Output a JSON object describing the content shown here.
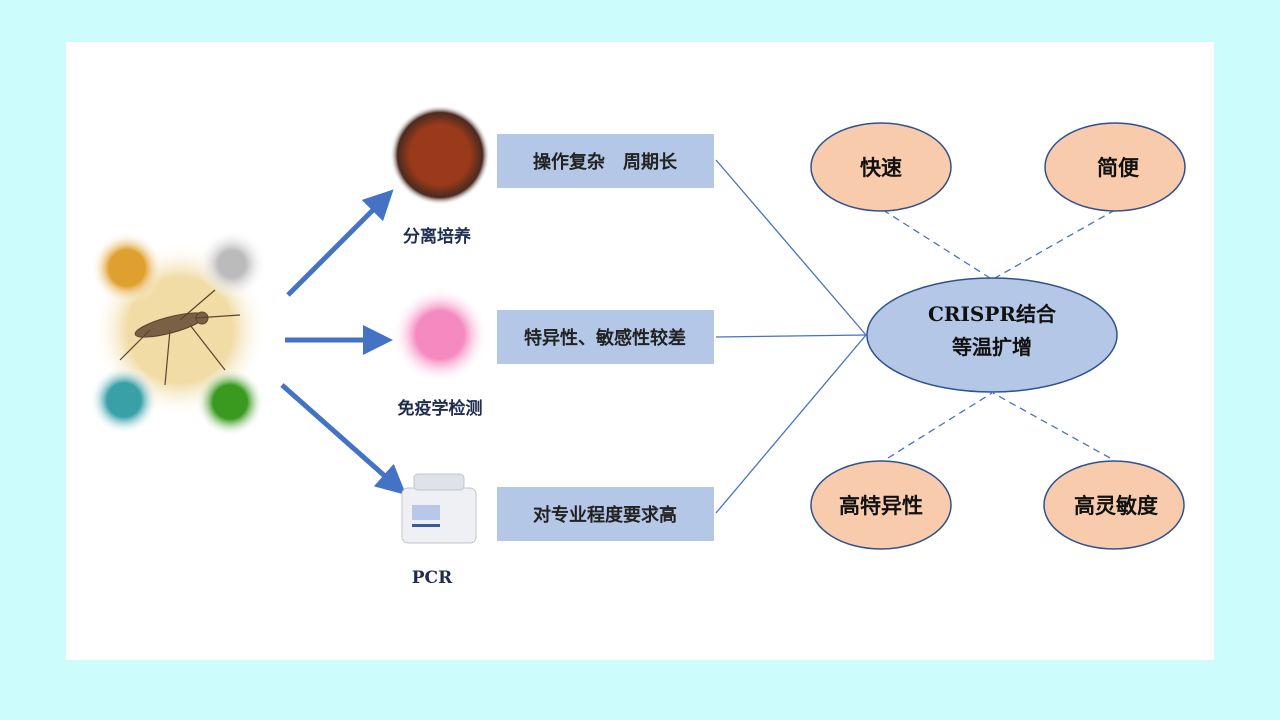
{
  "methods": [
    {
      "label": "分离培养",
      "icon": "bacterial-culture-plate-icon",
      "drawback": "操作复杂　周期长"
    },
    {
      "label": "免疫学检测",
      "icon": "immunoassay-icon",
      "drawback": "特异性、敏感性较差"
    },
    {
      "label": "PCR",
      "icon": "pcr-machine-icon",
      "drawback": "对专业程度要求高"
    }
  ],
  "center": {
    "line1": "CRISPR结合",
    "line2": "等温扩增"
  },
  "advantages": [
    "快速",
    "简便",
    "高特异性",
    "高灵敏度"
  ],
  "colors": {
    "background": "#ccfcfc",
    "box": "#b4c7e7",
    "center": "#b4c7e7",
    "advantage": "#f8cbad",
    "stroke": "#4472c4",
    "text": "#1f2d50",
    "arrow": "#4472c4"
  }
}
